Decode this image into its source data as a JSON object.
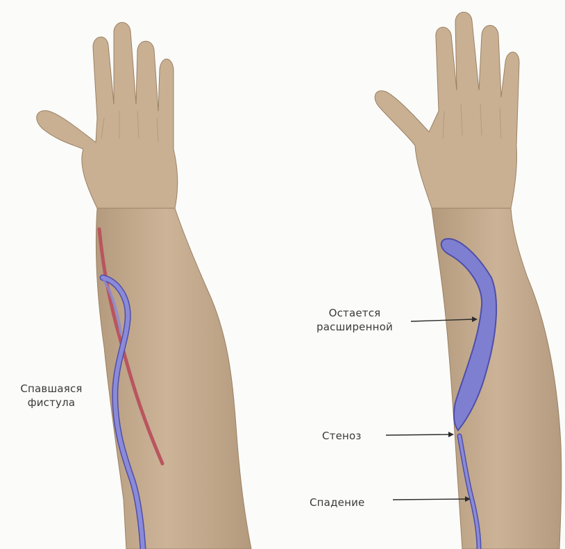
{
  "labels": {
    "collapsed_fistula": [
      "Спавшаяся",
      "фистула"
    ],
    "remains_dilated": [
      "Остается",
      "расширенной"
    ],
    "stenosis": "Стеноз",
    "collapse": "Спадение"
  },
  "colors": {
    "skin": "#c6ad90",
    "skin_shadow": "#a88e72",
    "vein": "#7f7fd2",
    "vein_outline": "#4e4ea8",
    "artery": "#b9555f",
    "text": "#3a3a3a",
    "arrow": "#2b2b2b"
  }
}
